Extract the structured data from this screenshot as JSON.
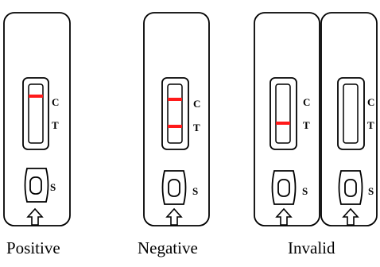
{
  "diagram": {
    "colors": {
      "outline": "#000000",
      "band": "#ff1a1a",
      "background": "#ffffff"
    },
    "marker_labels": {
      "control": "C",
      "test": "T",
      "sample": "S"
    },
    "captions": {
      "positive": "Positive",
      "negative": "Negative",
      "invalid": "Invalid"
    },
    "cassettes": [
      {
        "caption_key": "positive",
        "control_band": true,
        "test_band": false
      },
      {
        "caption_key": "negative",
        "control_band": true,
        "test_band": true
      },
      {
        "caption_key": "invalid",
        "control_band": false,
        "test_band": true
      },
      {
        "caption_key": "invalid",
        "control_band": false,
        "test_band": false
      }
    ],
    "arrow_icon": "up-arrow-icon"
  }
}
